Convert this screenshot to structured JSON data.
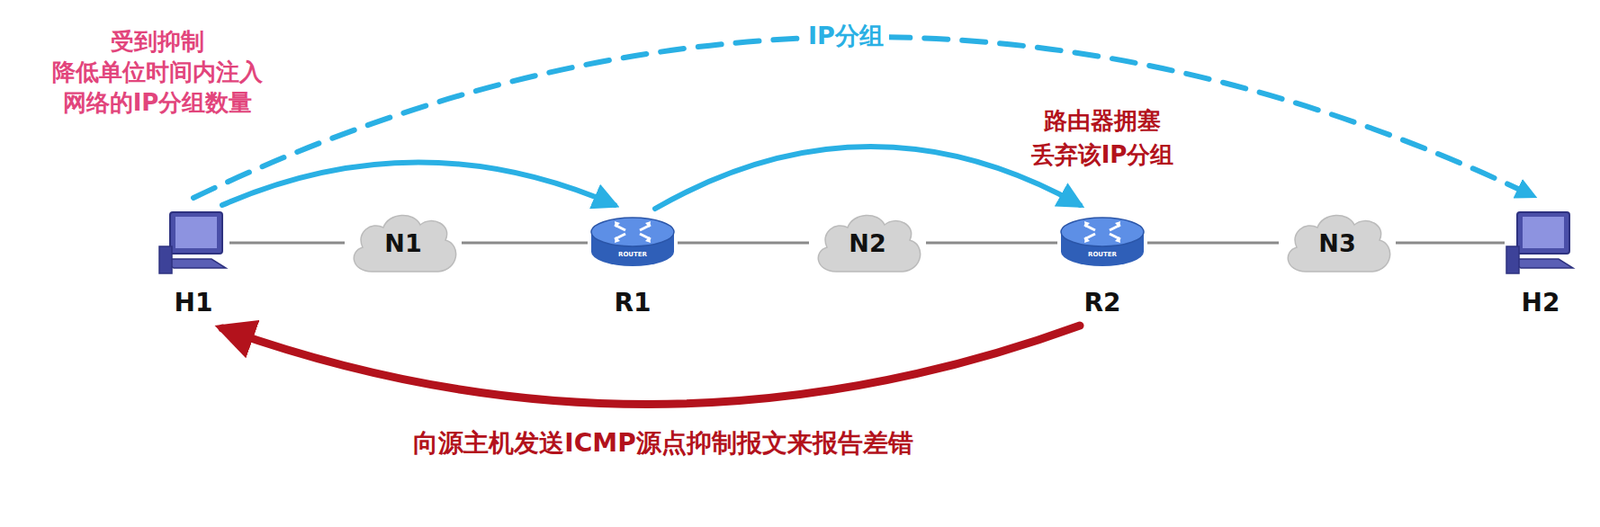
{
  "diagram": {
    "nodes": [
      {
        "text": [
          "H1"
        ]
      },
      {
        "text": [
          "N1"
        ]
      },
      {
        "text": [
          "R1"
        ]
      },
      {
        "text": [
          "N2"
        ]
      },
      {
        "text": [
          "R2"
        ]
      },
      {
        "text": [
          "N3"
        ]
      },
      {
        "text": [
          "H2"
        ]
      }
    ],
    "edges": [
      {
        "from": 0,
        "to": 1,
        "arrow": "none"
      },
      {
        "from": 1,
        "to": 2,
        "arrow": "none"
      },
      {
        "from": 2,
        "to": 3,
        "arrow": "none"
      },
      {
        "from": 3,
        "to": 4,
        "arrow": "none"
      },
      {
        "from": 4,
        "to": 5,
        "arrow": "none"
      },
      {
        "from": 5,
        "to": 6,
        "arrow": "none"
      },
      {
        "from": 0,
        "to": 2,
        "arrow": "to"
      },
      {
        "from": 2,
        "to": 4,
        "arrow": "to"
      },
      {
        "from": 0,
        "to": 6,
        "label": "IP分组",
        "arrow": "to"
      },
      {
        "from": 4,
        "to": 0,
        "label": "向源主机发送ICMP源点抑制报文来报告差错",
        "arrow": "to"
      }
    ],
    "labels": [
      "受到抑制",
      "降低单位时间内注入网络的IP分组数量",
      "路由器拥塞",
      "丢弃该IP分组",
      "ROUTER",
      "ROUTER"
    ]
  }
}
